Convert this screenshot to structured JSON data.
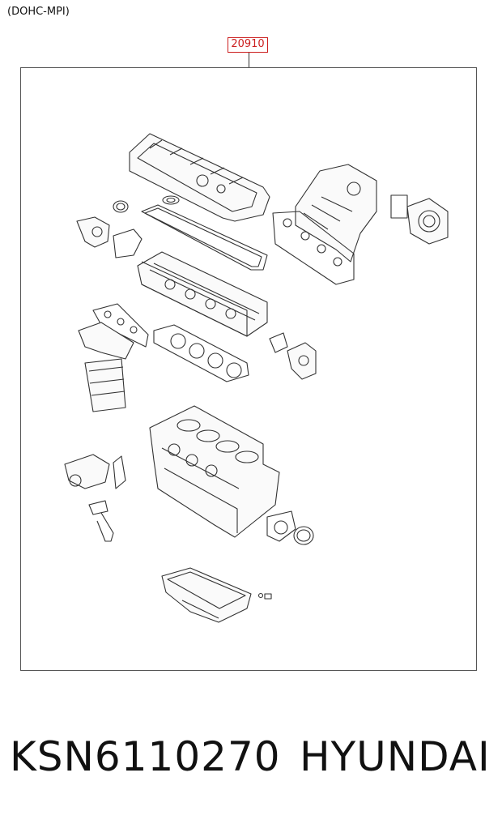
{
  "header": {
    "label": "(DOHC-MPI)"
  },
  "callout": {
    "code": "20910"
  },
  "footer": {
    "part_number": "KSN6110270",
    "brand": "HYUNDAI"
  },
  "colors": {
    "callout": "#cc1f1f",
    "line": "#333333"
  }
}
